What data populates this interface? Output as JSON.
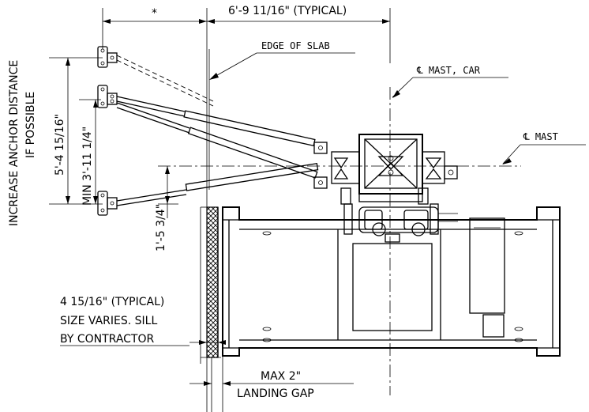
{
  "labels": {
    "star": "*",
    "typical_spacing": "6'-9 11/16\" (TYPICAL)",
    "edge_of_slab": "EDGE OF SLAB",
    "mast_car": "℄ MAST, CAR",
    "mast": "℄ MAST",
    "increase_anchor_1": "INCREASE ANCHOR DISTANCE",
    "increase_anchor_2": "IF POSSIBLE",
    "dim_5_4": "5'-4 15/16\"",
    "dim_min_3_11": "MIN 3'-11 1/4\"",
    "dim_1_5": "1'-5 3/4\"",
    "sill_line_1": "4 15/16\" (TYPICAL)",
    "sill_line_2": "SIZE VARIES. SILL",
    "sill_line_3": "BY CONTRACTOR",
    "gap_line_1": "MAX 2\"",
    "gap_line_2": "LANDING GAP"
  }
}
